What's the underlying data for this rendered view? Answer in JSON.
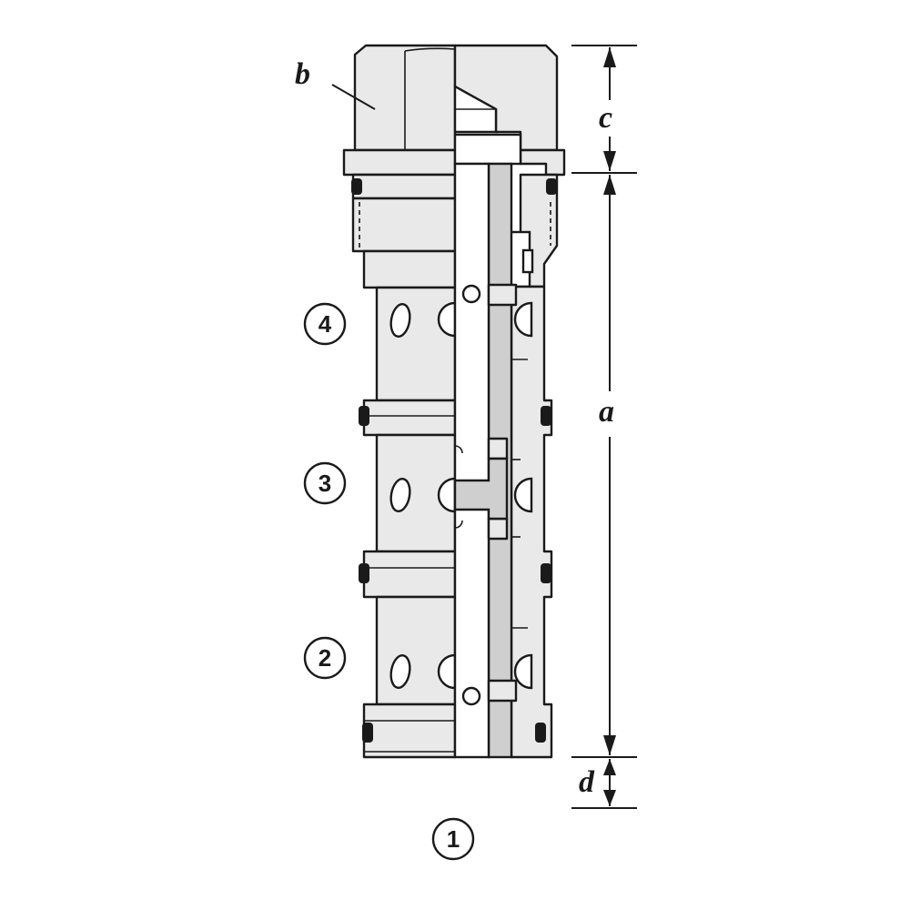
{
  "dimensions": {
    "a": "a",
    "b": "b",
    "c": "c",
    "d": "d"
  },
  "ports": {
    "p1": "1",
    "p2": "2",
    "p3": "3",
    "p4": "4"
  },
  "colors": {
    "outline": "#1a1a1a",
    "body_fill": "#e9e9e9",
    "section_fill": "#cfcfcf",
    "background": "#ffffff"
  }
}
